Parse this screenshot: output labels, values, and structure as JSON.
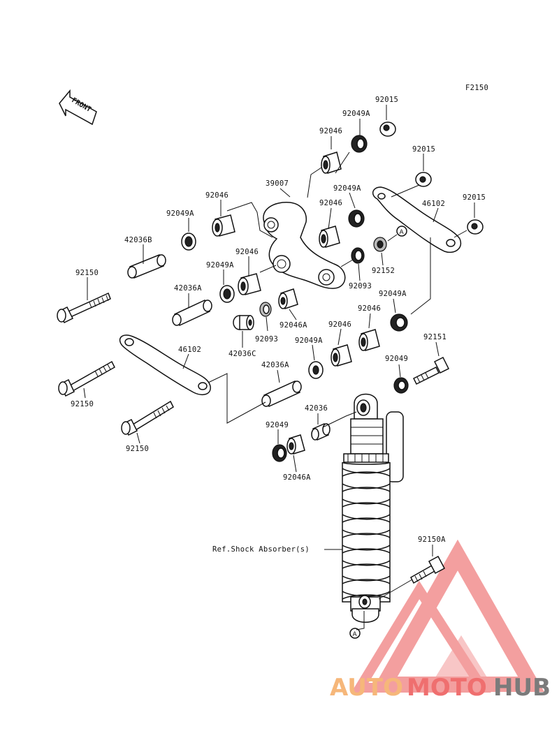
{
  "figure_code": "F2150",
  "front_label": "FRONT",
  "ref_note": "Ref.Shock Absorber(s)",
  "callout_letter": "A",
  "labels": {
    "p92015_a": "92015",
    "p92049A_a": "92049A",
    "p92046_a": "92046",
    "p92015_b": "92015",
    "p39007": "39007",
    "p92049A_b": "92049A",
    "p92015_c": "92015",
    "p46102_a": "46102",
    "p92046_b": "92046",
    "p92049A_c": "92049A",
    "p92046_c": "92046",
    "p42036B": "42036B",
    "p92046_d": "92046",
    "p92152": "92152",
    "p92150_a": "92150",
    "p92049A_d": "92049A",
    "p92093_a": "92093",
    "p42036A_a": "42036A",
    "p92049A_e": "92049A",
    "p92046A_a": "92046A",
    "p92046_e": "92046",
    "p92046_f": "92046",
    "p92093_b": "92093",
    "p92049A_f": "92049A",
    "p42036C": "42036C",
    "p92151": "92151",
    "p46102_b": "46102",
    "p42036A_b": "42036A",
    "p92049_a": "92049",
    "p92150_b": "92150",
    "p42036": "42036",
    "p92049_b": "92049",
    "p92150_c": "92150",
    "p92046A_b": "92046A",
    "p92150A": "92150A"
  },
  "watermark": {
    "part1": "AUTO",
    "part2": "MOTO",
    "part3": "HUB",
    "color1": "#f6b77a",
    "color2": "#ef6f6f",
    "color3": "#7b7b7b",
    "logo_color": "#f08080"
  }
}
